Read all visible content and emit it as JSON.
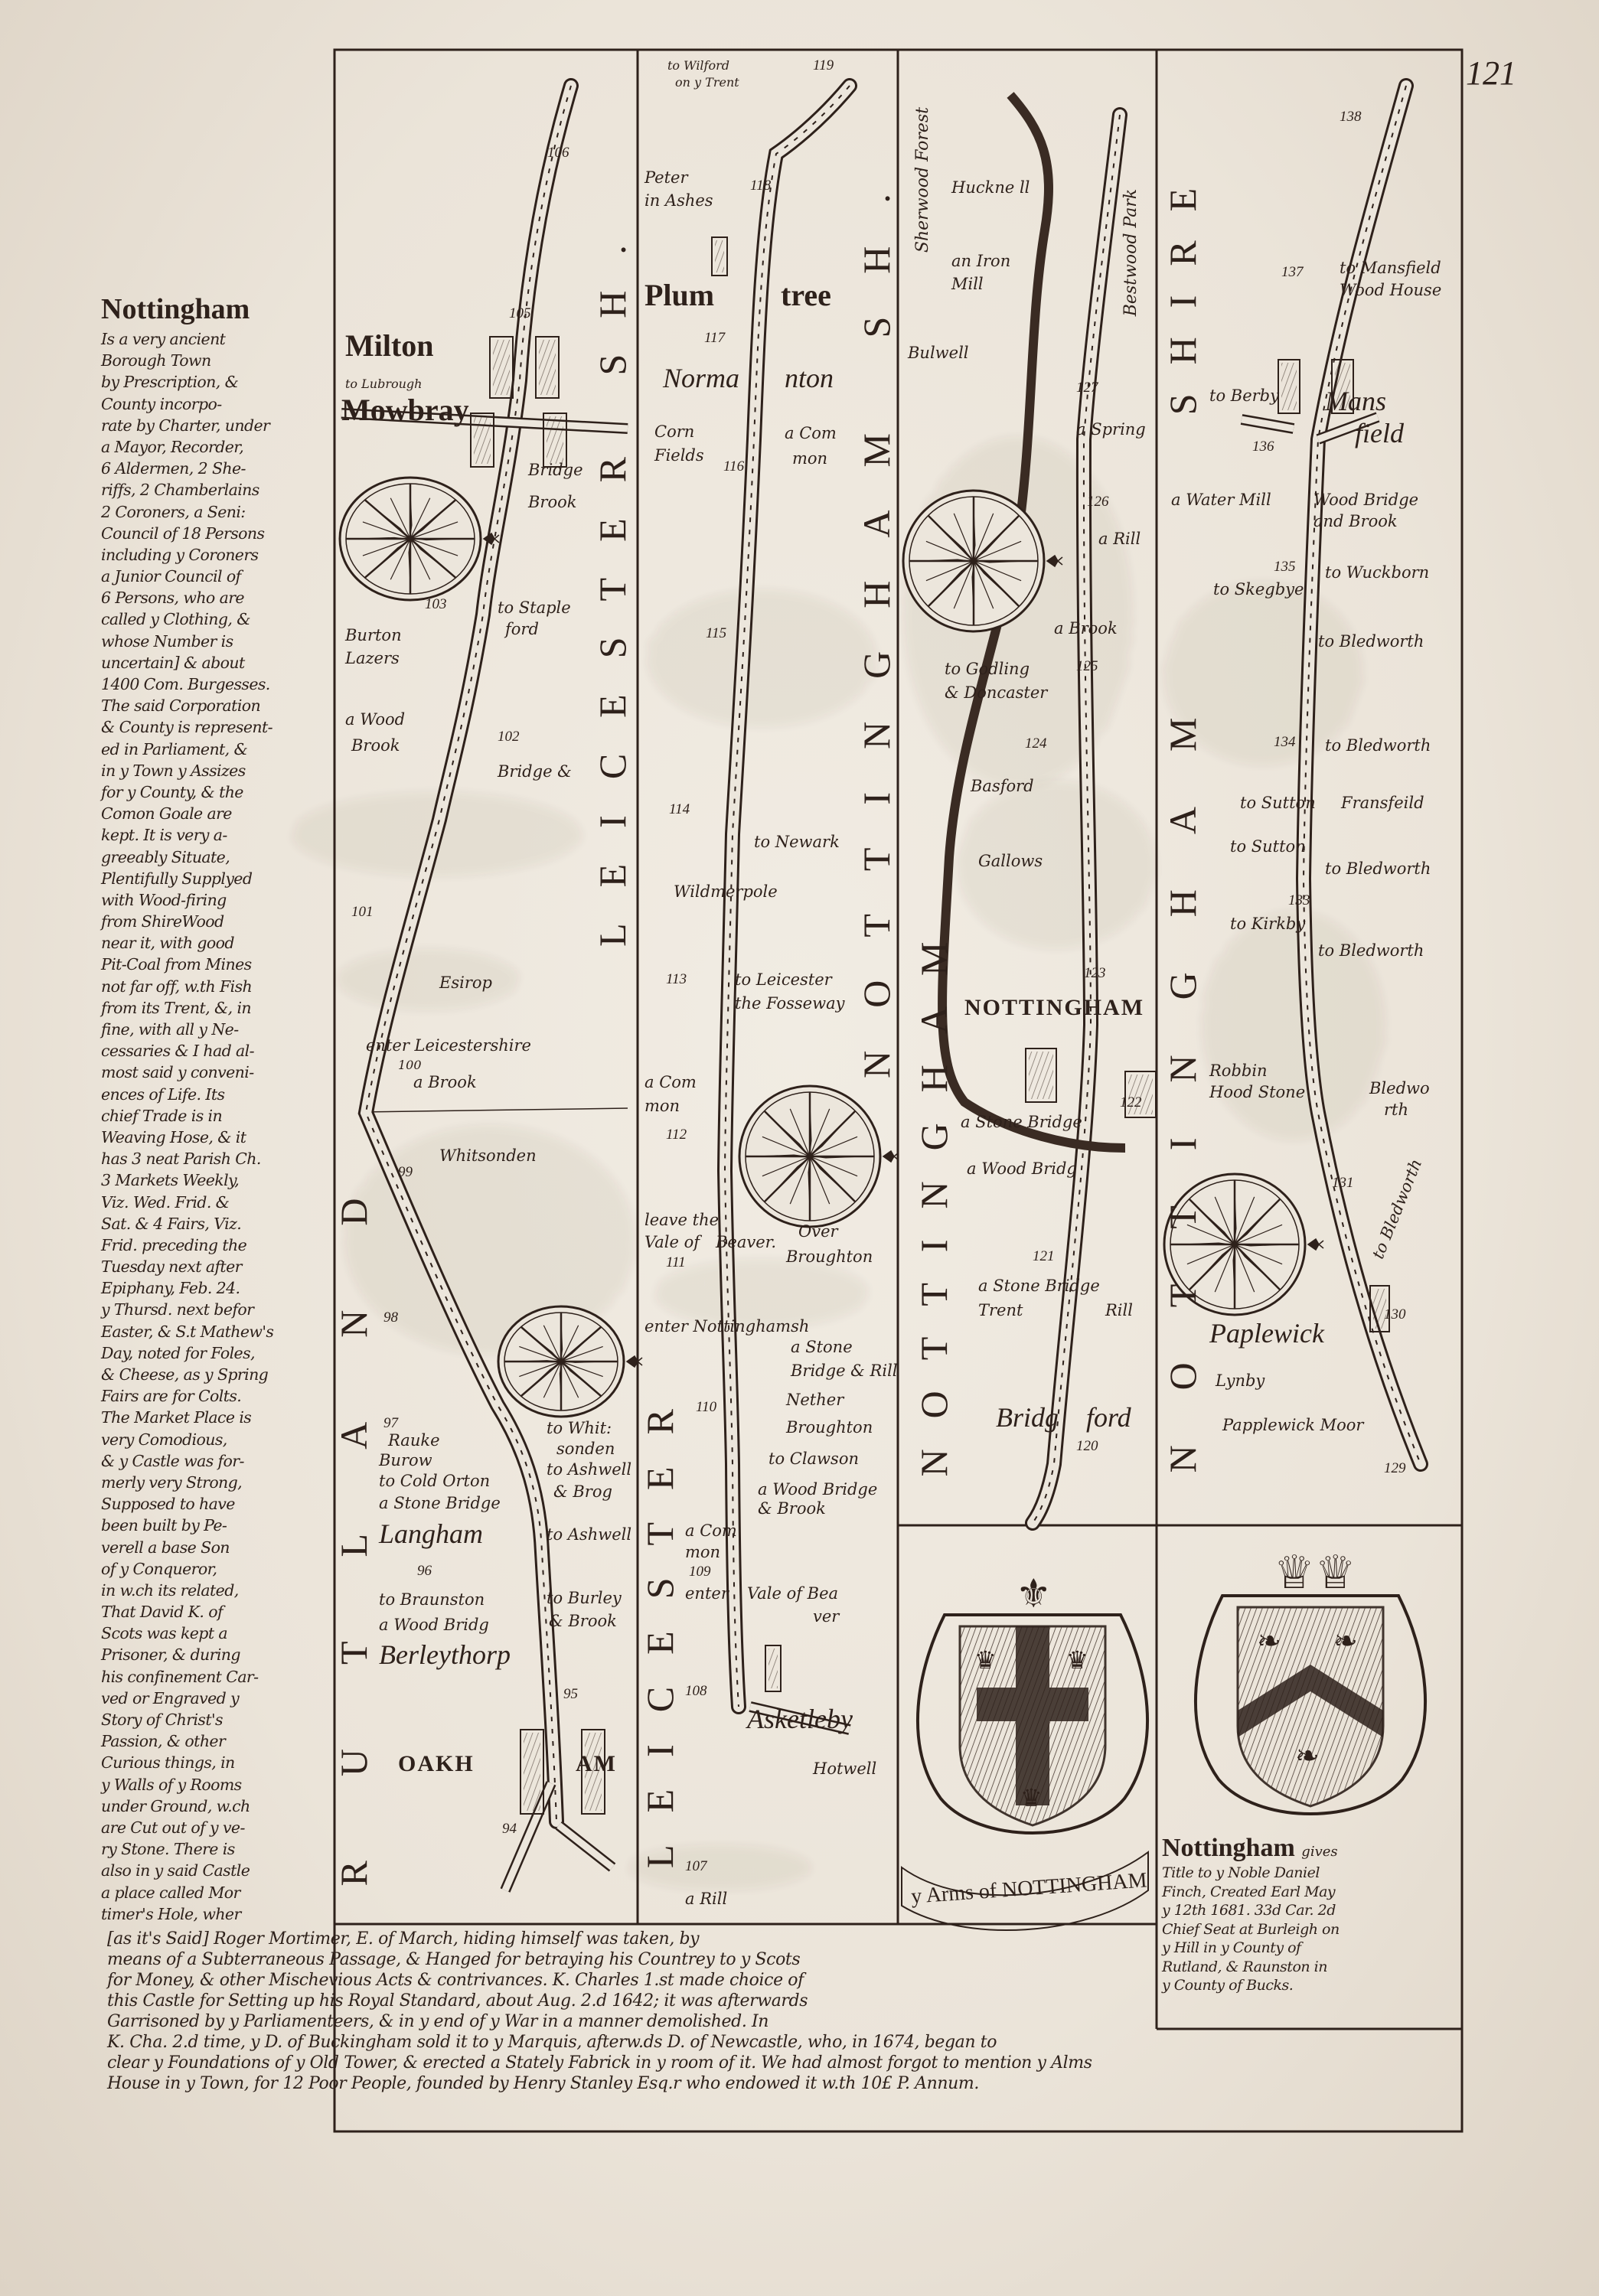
{
  "page_number": "121",
  "colors": {
    "ink": "#2e211b",
    "paper": "#ece6dc"
  },
  "description_panel": {
    "heading": "Nottingham",
    "lines": [
      "Is a very ancient",
      "Borough Town",
      "by Prescription, &",
      "County incorpo-",
      "rate by Charter, under",
      "a Mayor, Recorder,",
      "6 Aldermen, 2 She-",
      "riffs, 2 Chamberlains",
      "2 Coroners, a Seni:",
      "Council of 18 Persons",
      "including y Coroners",
      "a Junior Council of",
      "6 Persons, who are",
      "called y Clothing, &",
      "whose Number is",
      "uncertain] & about",
      "1400 Com. Burgesses.",
      "The said Corporation",
      "& County is represent-",
      "ed in Parliament, &",
      "in y Town y Assizes",
      "for y County, & the",
      "Comon Goale are",
      "kept. It is very a-",
      "greeably Situate,",
      "Plentifully Supplyed",
      "with Wood-firing",
      "from ShireWood",
      "near it, with good",
      "Pit-Coal from Mines",
      "not far off, w.th Fish",
      "from its Trent, &, in",
      "fine, with all y Ne-",
      "cessaries & I had al-",
      "most said y conveni-",
      "ences of Life. Its",
      "chief Trade is in",
      "Weaving Hose, & it",
      "has 3 neat Parish Ch.",
      "3 Markets Weekly,",
      "Viz. Wed. Frid. &",
      "Sat. & 4 Fairs, Viz.",
      "Frid. preceding the",
      "Tuesday next after",
      "Epiphany, Feb. 24.",
      "y Thursd. next befor",
      "Easter, & S.t Mathew's",
      "Day, noted for Foles,",
      "& Cheese, as y Spring",
      "Fairs are for Colts.",
      "The Market Place is",
      "very Comodious,",
      "& y Castle was for-",
      "merly very Strong,",
      "Supposed to have",
      "been built by Pe-",
      "verell a base Son",
      "of y Conqueror,",
      "in w.ch its related,",
      "That David K. of",
      "Scots was kept a",
      "Prisoner, & during",
      "his confinement Car-",
      "ved or Engraved y",
      "Story of Christ's",
      "Passion, & other",
      "Curious things, in",
      "y Walls of y Rooms",
      "under Ground, w.ch",
      "are Cut out of y ve-",
      "ry Stone. There is",
      "also in y said Castle",
      "a place called Mor",
      "timer's Hole, wher"
    ]
  },
  "footer_text": {
    "lines": [
      "[as it's Said] Roger Mortimer, E. of March, hiding himself was taken, by",
      "means of a Subterraneous Passage, & Hanged for betraying his Countrey to y Scots",
      "for Money, & other Mischevious Acts & contrivances. K. Charles 1.st made choice of",
      "this Castle for Setting up his Royal Standard, about Aug. 2.d 1642; it was afterwards",
      "Garrisoned by y Parliamenteers, & in y end of y War in a manner demolished. In",
      "K. Cha. 2.d time, y D. of Buckingham sold it to y Marquis, afterw.ds D. of Newcastle, who, in 1674, began to",
      "clear y Foundations of y Old Tower, & erected a Stately Fabrick in y room of it. We had almost forgot to mention y Alms",
      "House in y Town, for 12 Poor People, founded by Henry Stanley Esq.r who endowed it w.th 10£ P. Annum."
    ]
  },
  "arms": {
    "ribbon": "y Arms of NOTTINGHAM",
    "title_box": {
      "heading": "Nottingham",
      "heading_suffix": "gives",
      "lines": [
        "Title to y Noble Daniel",
        "Finch, Created Earl May",
        "y 12th 1681. 33d Car. 2d",
        "Chief Seat at Burleigh on",
        "y Hill in y County of",
        "Rutland, & Raunston in",
        "y County of Bucks."
      ]
    }
  },
  "strips": [
    {
      "county_labels": [
        "LEICESTER SH.",
        "RUTLAND"
      ],
      "labels": [
        "106",
        "105",
        "Milton",
        "to Lubrough",
        "Mowbray",
        "Bridge",
        "Brook",
        "103",
        "to Staple",
        "ford",
        "Burton",
        "Lazers",
        "a Wood",
        "Brook",
        "102",
        "Bridge &",
        "101",
        "Esirop",
        "enter Leicestershire",
        "100",
        "a Brook",
        "Whitsonden",
        "99",
        "98",
        "97",
        "Rauke",
        "Burow",
        "to Whit:",
        "sonden",
        "to Cold Orton",
        "to Ashwell",
        "& Brog",
        "a Stone Bridge",
        "Langham",
        "to Ashwell",
        "96",
        "to Braunston",
        "to Burley",
        "& Brook",
        "a Wood Bridg",
        "Berleythorp",
        "95",
        "OAKH",
        "AM",
        "94"
      ]
    },
    {
      "county_labels": [
        "NOTTINGHAM SH.",
        "LEICESTER"
      ],
      "labels": [
        "to Wilford",
        "on y Trent",
        "119",
        "Peter",
        "in Ashes",
        "118",
        "Plum",
        "tree",
        "117",
        "Norma",
        "nton",
        "Corn",
        "Fields",
        "116",
        "a Com",
        "mon",
        "115",
        "114",
        "to Newark",
        "Wildmerpole",
        "113",
        "to Leicester",
        "the Fosseway",
        "a Com",
        "mon",
        "112",
        "leave the",
        "Vale of",
        "Beaver.",
        "Over",
        "Broughton",
        "111",
        "enter Nottinghamsh",
        "a Stone",
        "Bridge & Rill",
        "Nether",
        "Broughton",
        "110",
        "to Clawson",
        "a Wood Bridge & Brook",
        "a Com",
        "mon",
        "109",
        "enter",
        "Vale of Bea",
        "ver",
        "108",
        "Asketleby",
        "Hotwell",
        "107",
        "a Rill"
      ]
    },
    {
      "county_labels": [
        "NOTTINGHAM"
      ],
      "labels": [
        "Sherwood Forest",
        "Huckne ll",
        "an Iron",
        "Mill",
        "Bulwell",
        "Bestwood Park",
        "127",
        "a Spring",
        "126",
        "a Rill",
        "a Brook",
        "125",
        "to Godling",
        "& Doncaster",
        "124",
        "Basford",
        "Gallows",
        "123",
        "NOTTINGHAM",
        "122",
        "a Stone Bridge",
        "a Wood Bridg",
        "121",
        "a Stone Bridge",
        "Trent",
        "Rill",
        "Bridg",
        "ford",
        "120"
      ]
    },
    {
      "county_labels": [
        "SHIRE",
        "NOTTINGHAM"
      ],
      "labels": [
        "138",
        "137",
        "to Mansfield",
        "Wood House",
        "to Berby",
        "Mans",
        "field",
        "136",
        "a Water Mill",
        "Wood Bridge",
        "and Brook",
        "135",
        "to Skegbye",
        "to Wuckborn",
        "to Bledworth",
        "134",
        "to Bledworth",
        "Fransfeild",
        "to Sutton",
        "to Sutton",
        "to Bledworth",
        "133",
        "to Kirkby",
        "to Bledworth",
        "Robbin",
        "Hood Stone",
        "Bledwo",
        "rth",
        "131",
        "to Bledworth",
        "Paplewick",
        "130",
        "Lynby",
        "Papplewick Moor",
        "129"
      ]
    }
  ]
}
